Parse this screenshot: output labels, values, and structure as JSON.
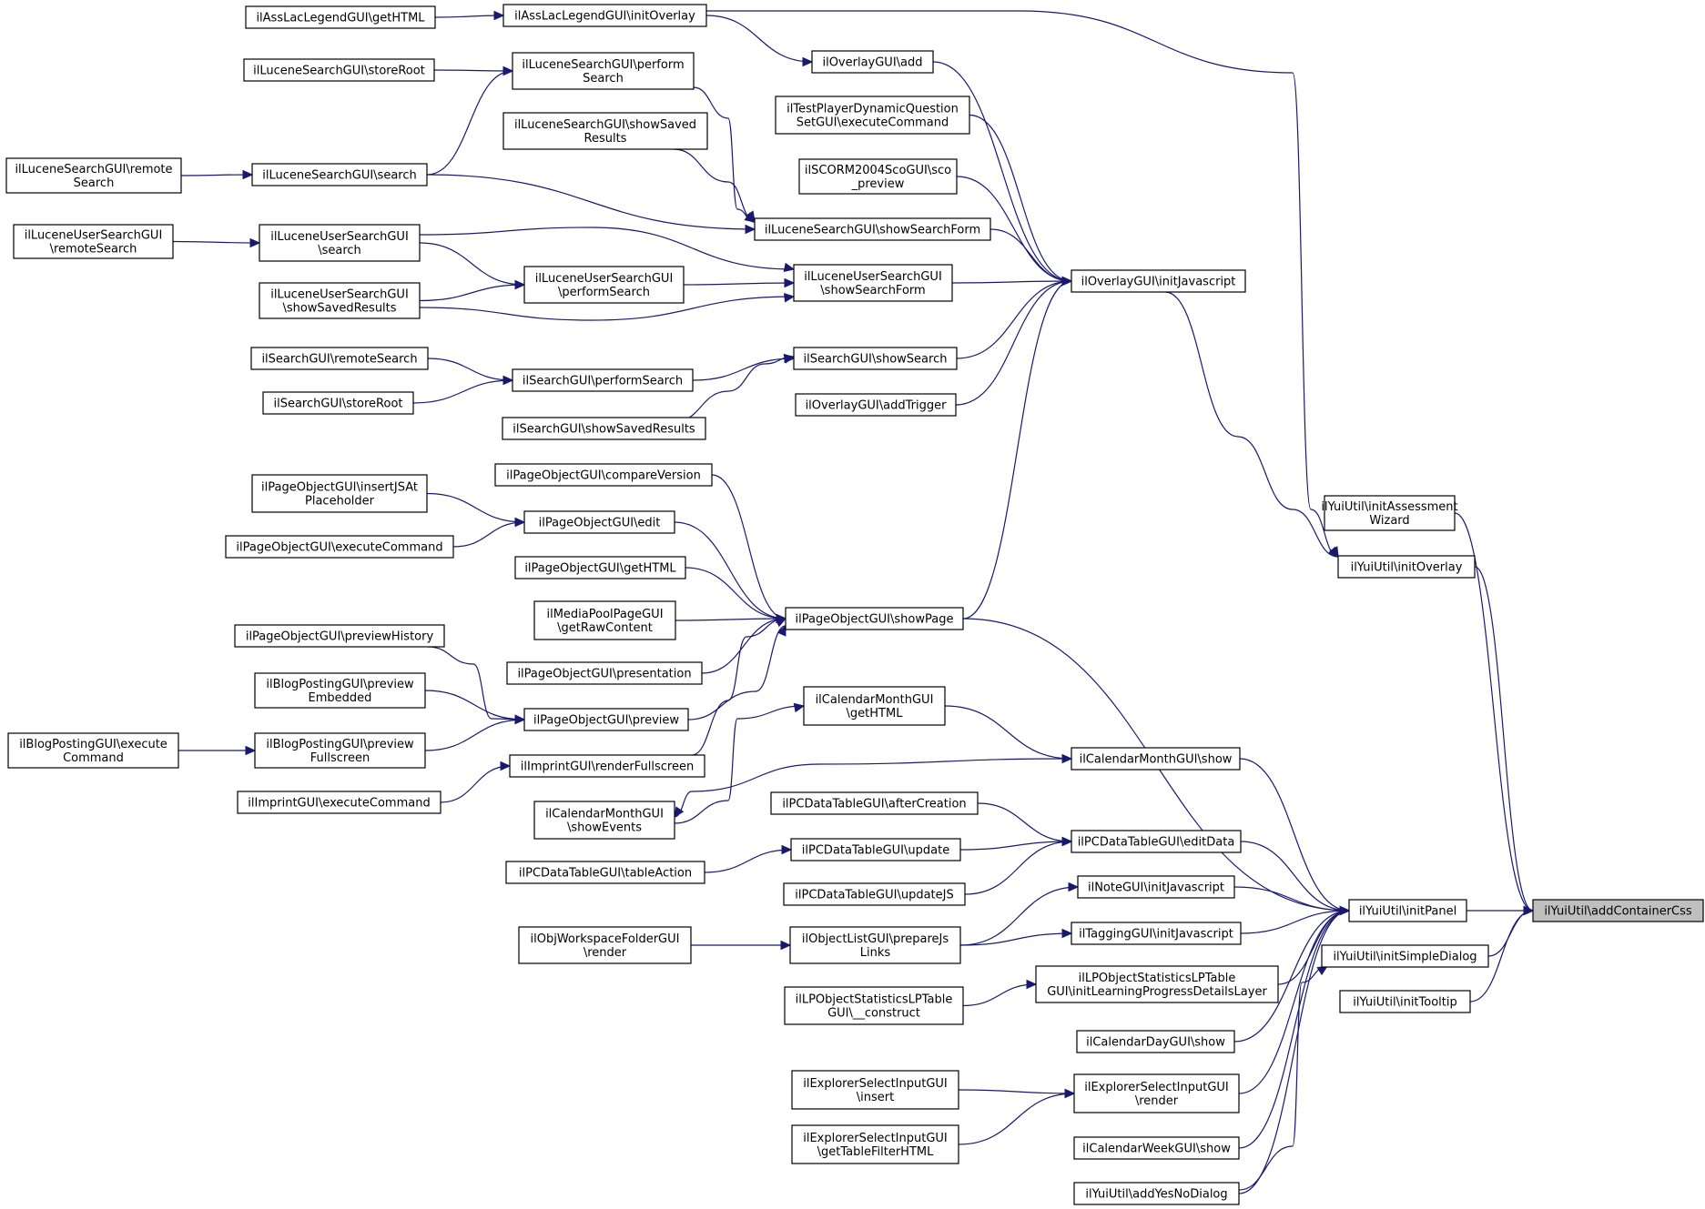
{
  "diagram": {
    "type": "call-graph",
    "colors": {
      "edge": "#191970",
      "root_fill": "#bfbfbf",
      "node_fill": "#ffffff",
      "border": "#000000"
    },
    "nodes": [
      {
        "id": "root",
        "lines": [
          "ilYuiUtil\\addContainerCss"
        ],
        "root": true
      },
      {
        "id": "initAssessmentWizard",
        "lines": [
          "ilYuiUtil\\initAssessment",
          "Wizard"
        ]
      },
      {
        "id": "initOverlay",
        "lines": [
          "ilYuiUtil\\initOverlay"
        ]
      },
      {
        "id": "initPanel",
        "lines": [
          "ilYuiUtil\\initPanel"
        ]
      },
      {
        "id": "initSimpleDialog",
        "lines": [
          "ilYuiUtil\\initSimpleDialog"
        ]
      },
      {
        "id": "initTooltip",
        "lines": [
          "ilYuiUtil\\initTooltip"
        ]
      },
      {
        "id": "AssLacLegendInitOverlay",
        "lines": [
          "ilAssLacLegendGUI\\initOverlay"
        ]
      },
      {
        "id": "AssLacLegendGetHTML",
        "lines": [
          "ilAssLacLegendGUI\\getHTML"
        ]
      },
      {
        "id": "OverlayInitJavascript",
        "lines": [
          "ilOverlayGUI\\initJavascript"
        ]
      },
      {
        "id": "OverlayAdd",
        "lines": [
          "ilOverlayGUI\\add"
        ]
      },
      {
        "id": "TestPlayer",
        "lines": [
          "ilTestPlayerDynamicQuestion",
          "SetGUI\\executeCommand"
        ]
      },
      {
        "id": "Scorm",
        "lines": [
          "ilSCORM2004ScoGUI\\sco",
          "_preview"
        ]
      },
      {
        "id": "LuceneShowSearchForm",
        "lines": [
          "ilLuceneSearchGUI\\showSearchForm"
        ]
      },
      {
        "id": "LuceneUserShowSearchForm",
        "lines": [
          "ilLuceneUserSearchGUI",
          "\\showSearchForm"
        ]
      },
      {
        "id": "SearchShowSearch",
        "lines": [
          "ilSearchGUI\\showSearch"
        ]
      },
      {
        "id": "OverlayAddTrigger",
        "lines": [
          "ilOverlayGUI\\addTrigger"
        ]
      },
      {
        "id": "PageObjShowPage",
        "lines": [
          "ilPageObjectGUI\\showPage"
        ]
      },
      {
        "id": "LucenePerformSearch",
        "lines": [
          "ilLuceneSearchGUI\\perform",
          "Search"
        ]
      },
      {
        "id": "LuceneStoreRoot",
        "lines": [
          "ilLuceneSearchGUI\\storeRoot"
        ]
      },
      {
        "id": "LuceneShowSaved",
        "lines": [
          "ilLuceneSearchGUI\\showSaved",
          "Results"
        ]
      },
      {
        "id": "LuceneSearch",
        "lines": [
          "ilLuceneSearchGUI\\search"
        ]
      },
      {
        "id": "LuceneRemoteSearch",
        "lines": [
          "ilLuceneSearchGUI\\remote",
          "Search"
        ]
      },
      {
        "id": "LuceneUserSearch",
        "lines": [
          "ilLuceneUserSearchGUI",
          "\\search"
        ]
      },
      {
        "id": "LuceneUserRemoteSearch",
        "lines": [
          "ilLuceneUserSearchGUI",
          "\\remoteSearch"
        ]
      },
      {
        "id": "LuceneUserPerformSearch",
        "lines": [
          "ilLuceneUserSearchGUI",
          "\\performSearch"
        ]
      },
      {
        "id": "LuceneUserShowSaved",
        "lines": [
          "ilLuceneUserSearchGUI",
          "\\showSavedResults"
        ]
      },
      {
        "id": "SearchRemoteSearch",
        "lines": [
          "ilSearchGUI\\remoteSearch"
        ]
      },
      {
        "id": "SearchPerformSearch",
        "lines": [
          "ilSearchGUI\\performSearch"
        ]
      },
      {
        "id": "SearchStoreRoot",
        "lines": [
          "ilSearchGUI\\storeRoot"
        ]
      },
      {
        "id": "SearchShowSaved",
        "lines": [
          "ilSearchGUI\\showSavedResults"
        ]
      },
      {
        "id": "PageObjCompareVersion",
        "lines": [
          "ilPageObjectGUI\\compareVersion"
        ]
      },
      {
        "id": "PageObjInsertJS",
        "lines": [
          "ilPageObjectGUI\\insertJSAt",
          "Placeholder"
        ]
      },
      {
        "id": "PageObjEdit",
        "lines": [
          "ilPageObjectGUI\\edit"
        ]
      },
      {
        "id": "PageObjExecCmd",
        "lines": [
          "ilPageObjectGUI\\executeCommand"
        ]
      },
      {
        "id": "PageObjGetHTML",
        "lines": [
          "ilPageObjectGUI\\getHTML"
        ]
      },
      {
        "id": "MediaPool",
        "lines": [
          "ilMediaPoolPageGUI",
          "\\getRawContent"
        ]
      },
      {
        "id": "PageObjPresentation",
        "lines": [
          "ilPageObjectGUI\\presentation"
        ]
      },
      {
        "id": "PageObjPreviewHistory",
        "lines": [
          "ilPageObjectGUI\\previewHistory"
        ]
      },
      {
        "id": "BlogPreviewEmbedded",
        "lines": [
          "ilBlogPostingGUI\\preview",
          "Embedded"
        ]
      },
      {
        "id": "PageObjPreview",
        "lines": [
          "ilPageObjectGUI\\preview"
        ]
      },
      {
        "id": "BlogExecCmd",
        "lines": [
          "ilBlogPostingGUI\\execute",
          "Command"
        ]
      },
      {
        "id": "BlogPreviewFullscreen",
        "lines": [
          "ilBlogPostingGUI\\preview",
          "Fullscreen"
        ]
      },
      {
        "id": "ImprintRender",
        "lines": [
          "ilImprintGUI\\renderFullscreen"
        ]
      },
      {
        "id": "ImprintExecCmd",
        "lines": [
          "ilImprintGUI\\executeCommand"
        ]
      },
      {
        "id": "CalMonthGetHTML",
        "lines": [
          "ilCalendarMonthGUI",
          "\\getHTML"
        ]
      },
      {
        "id": "CalMonthShow",
        "lines": [
          "ilCalendarMonthGUI\\show"
        ]
      },
      {
        "id": "CalMonthShowEvents",
        "lines": [
          "ilCalendarMonthGUI",
          "\\showEvents"
        ]
      },
      {
        "id": "PCAfterCreation",
        "lines": [
          "ilPCDataTableGUI\\afterCreation"
        ]
      },
      {
        "id": "PCEditData",
        "lines": [
          "ilPCDataTableGUI\\editData"
        ]
      },
      {
        "id": "PCUpdate",
        "lines": [
          "ilPCDataTableGUI\\update"
        ]
      },
      {
        "id": "PCTableAction",
        "lines": [
          "ilPCDataTableGUI\\tableAction"
        ]
      },
      {
        "id": "PCUpdateJS",
        "lines": [
          "ilPCDataTableGUI\\updateJS"
        ]
      },
      {
        "id": "NoteInitJS",
        "lines": [
          "ilNoteGUI\\initJavascript"
        ]
      },
      {
        "id": "TaggingInitJS",
        "lines": [
          "ilTaggingGUI\\initJavascript"
        ]
      },
      {
        "id": "ObjListPrepare",
        "lines": [
          "ilObjectListGUI\\prepareJs",
          "Links"
        ]
      },
      {
        "id": "ObjWorkspace",
        "lines": [
          "ilObjWorkspaceFolderGUI",
          "\\render"
        ]
      },
      {
        "id": "LPInitLayer",
        "lines": [
          "ilLPObjectStatisticsLPTable",
          "GUI\\initLearningProgressDetailsLayer"
        ]
      },
      {
        "id": "LPConstruct",
        "lines": [
          "ilLPObjectStatisticsLPTable",
          "GUI\\__construct"
        ]
      },
      {
        "id": "CalDayShow",
        "lines": [
          "ilCalendarDayGUI\\show"
        ]
      },
      {
        "id": "ExplorerRender",
        "lines": [
          "ilExplorerSelectInputGUI",
          "\\render"
        ]
      },
      {
        "id": "ExplorerInsert",
        "lines": [
          "ilExplorerSelectInputGUI",
          "\\insert"
        ]
      },
      {
        "id": "ExplorerFilter",
        "lines": [
          "ilExplorerSelectInputGUI",
          "\\getTableFilterHTML"
        ]
      },
      {
        "id": "CalWeekShow",
        "lines": [
          "ilCalendarWeekGUI\\show"
        ]
      },
      {
        "id": "AddYesNo",
        "lines": [
          "ilYuiUtil\\addYesNoDialog"
        ]
      }
    ],
    "edges": [
      {
        "from": "initAssessmentWizard",
        "to": "root"
      },
      {
        "from": "initOverlay",
        "to": "root"
      },
      {
        "from": "initPanel",
        "to": "root"
      },
      {
        "from": "initSimpleDialog",
        "to": "root"
      },
      {
        "from": "initTooltip",
        "to": "root"
      },
      {
        "from": "AssLacLegendInitOverlay",
        "to": "initOverlay"
      },
      {
        "from": "OverlayInitJavascript",
        "to": "initOverlay"
      },
      {
        "from": "AssLacLegendGetHTML",
        "to": "AssLacLegendInitOverlay"
      },
      {
        "from": "AssLacLegendInitOverlay",
        "to": "OverlayAdd"
      },
      {
        "from": "OverlayAdd",
        "to": "OverlayInitJavascript"
      },
      {
        "from": "TestPlayer",
        "to": "OverlayInitJavascript"
      },
      {
        "from": "Scorm",
        "to": "OverlayInitJavascript"
      },
      {
        "from": "LuceneShowSearchForm",
        "to": "OverlayInitJavascript"
      },
      {
        "from": "LuceneUserShowSearchForm",
        "to": "OverlayInitJavascript"
      },
      {
        "from": "SearchShowSearch",
        "to": "OverlayInitJavascript"
      },
      {
        "from": "OverlayAddTrigger",
        "to": "OverlayInitJavascript"
      },
      {
        "from": "PageObjShowPage",
        "to": "OverlayInitJavascript"
      },
      {
        "from": "LucenePerformSearch",
        "to": "LuceneShowSearchForm"
      },
      {
        "from": "LuceneShowSaved",
        "to": "LuceneShowSearchForm"
      },
      {
        "from": "LuceneSearch",
        "to": "LuceneShowSearchForm"
      },
      {
        "from": "LuceneStoreRoot",
        "to": "LucenePerformSearch"
      },
      {
        "from": "LuceneSearch",
        "to": "LucenePerformSearch"
      },
      {
        "from": "LuceneRemoteSearch",
        "to": "LuceneSearch"
      },
      {
        "from": "LuceneUserSearch",
        "to": "LuceneUserShowSearchForm"
      },
      {
        "from": "LuceneUserPerformSearch",
        "to": "LuceneUserShowSearchForm"
      },
      {
        "from": "LuceneUserShowSaved",
        "to": "LuceneUserShowSearchForm"
      },
      {
        "from": "LuceneUserSearch",
        "to": "LuceneUserPerformSearch"
      },
      {
        "from": "LuceneUserShowSaved",
        "to": "LuceneUserPerformSearch"
      },
      {
        "from": "LuceneUserRemoteSearch",
        "to": "LuceneUserSearch"
      },
      {
        "from": "SearchPerformSearch",
        "to": "SearchShowSearch"
      },
      {
        "from": "SearchShowSaved",
        "to": "SearchShowSearch"
      },
      {
        "from": "SearchRemoteSearch",
        "to": "SearchPerformSearch"
      },
      {
        "from": "SearchStoreRoot",
        "to": "SearchPerformSearch"
      },
      {
        "from": "PageObjCompareVersion",
        "to": "PageObjShowPage"
      },
      {
        "from": "PageObjEdit",
        "to": "PageObjShowPage"
      },
      {
        "from": "PageObjGetHTML",
        "to": "PageObjShowPage"
      },
      {
        "from": "MediaPool",
        "to": "PageObjShowPage"
      },
      {
        "from": "PageObjPresentation",
        "to": "PageObjShowPage"
      },
      {
        "from": "PageObjPreview",
        "to": "PageObjShowPage"
      },
      {
        "from": "ImprintRender",
        "to": "PageObjShowPage"
      },
      {
        "from": "PageObjInsertJS",
        "to": "PageObjEdit"
      },
      {
        "from": "PageObjExecCmd",
        "to": "PageObjEdit"
      },
      {
        "from": "PageObjPreviewHistory",
        "to": "PageObjPreview"
      },
      {
        "from": "BlogPreviewEmbedded",
        "to": "PageObjPreview"
      },
      {
        "from": "BlogPreviewFullscreen",
        "to": "PageObjPreview"
      },
      {
        "from": "BlogExecCmd",
        "to": "BlogPreviewFullscreen"
      },
      {
        "from": "ImprintExecCmd",
        "to": "ImprintRender"
      },
      {
        "from": "PageObjShowPage",
        "to": "initPanel"
      },
      {
        "from": "CalMonthShow",
        "to": "initPanel"
      },
      {
        "from": "PCEditData",
        "to": "initPanel"
      },
      {
        "from": "NoteInitJS",
        "to": "initPanel"
      },
      {
        "from": "TaggingInitJS",
        "to": "initPanel"
      },
      {
        "from": "LPInitLayer",
        "to": "initPanel"
      },
      {
        "from": "CalDayShow",
        "to": "initPanel"
      },
      {
        "from": "ExplorerRender",
        "to": "initPanel"
      },
      {
        "from": "CalWeekShow",
        "to": "initPanel"
      },
      {
        "from": "AddYesNo",
        "to": "initPanel"
      },
      {
        "from": "CalMonthGetHTML",
        "to": "CalMonthShow"
      },
      {
        "from": "CalMonthShowEvents",
        "to": "CalMonthGetHTML"
      },
      {
        "from": "CalMonthShow",
        "to": "CalMonthShowEvents"
      },
      {
        "from": "PCAfterCreation",
        "to": "PCEditData"
      },
      {
        "from": "PCUpdate",
        "to": "PCEditData"
      },
      {
        "from": "PCUpdateJS",
        "to": "PCEditData"
      },
      {
        "from": "PCTableAction",
        "to": "PCUpdate"
      },
      {
        "from": "ObjListPrepare",
        "to": "NoteInitJS"
      },
      {
        "from": "ObjListPrepare",
        "to": "TaggingInitJS"
      },
      {
        "from": "ObjWorkspace",
        "to": "ObjListPrepare"
      },
      {
        "from": "LPConstruct",
        "to": "LPInitLayer"
      },
      {
        "from": "ExplorerInsert",
        "to": "ExplorerRender"
      },
      {
        "from": "ExplorerFilter",
        "to": "ExplorerRender"
      },
      {
        "from": "AddYesNo",
        "to": "initSimpleDialog"
      }
    ]
  }
}
